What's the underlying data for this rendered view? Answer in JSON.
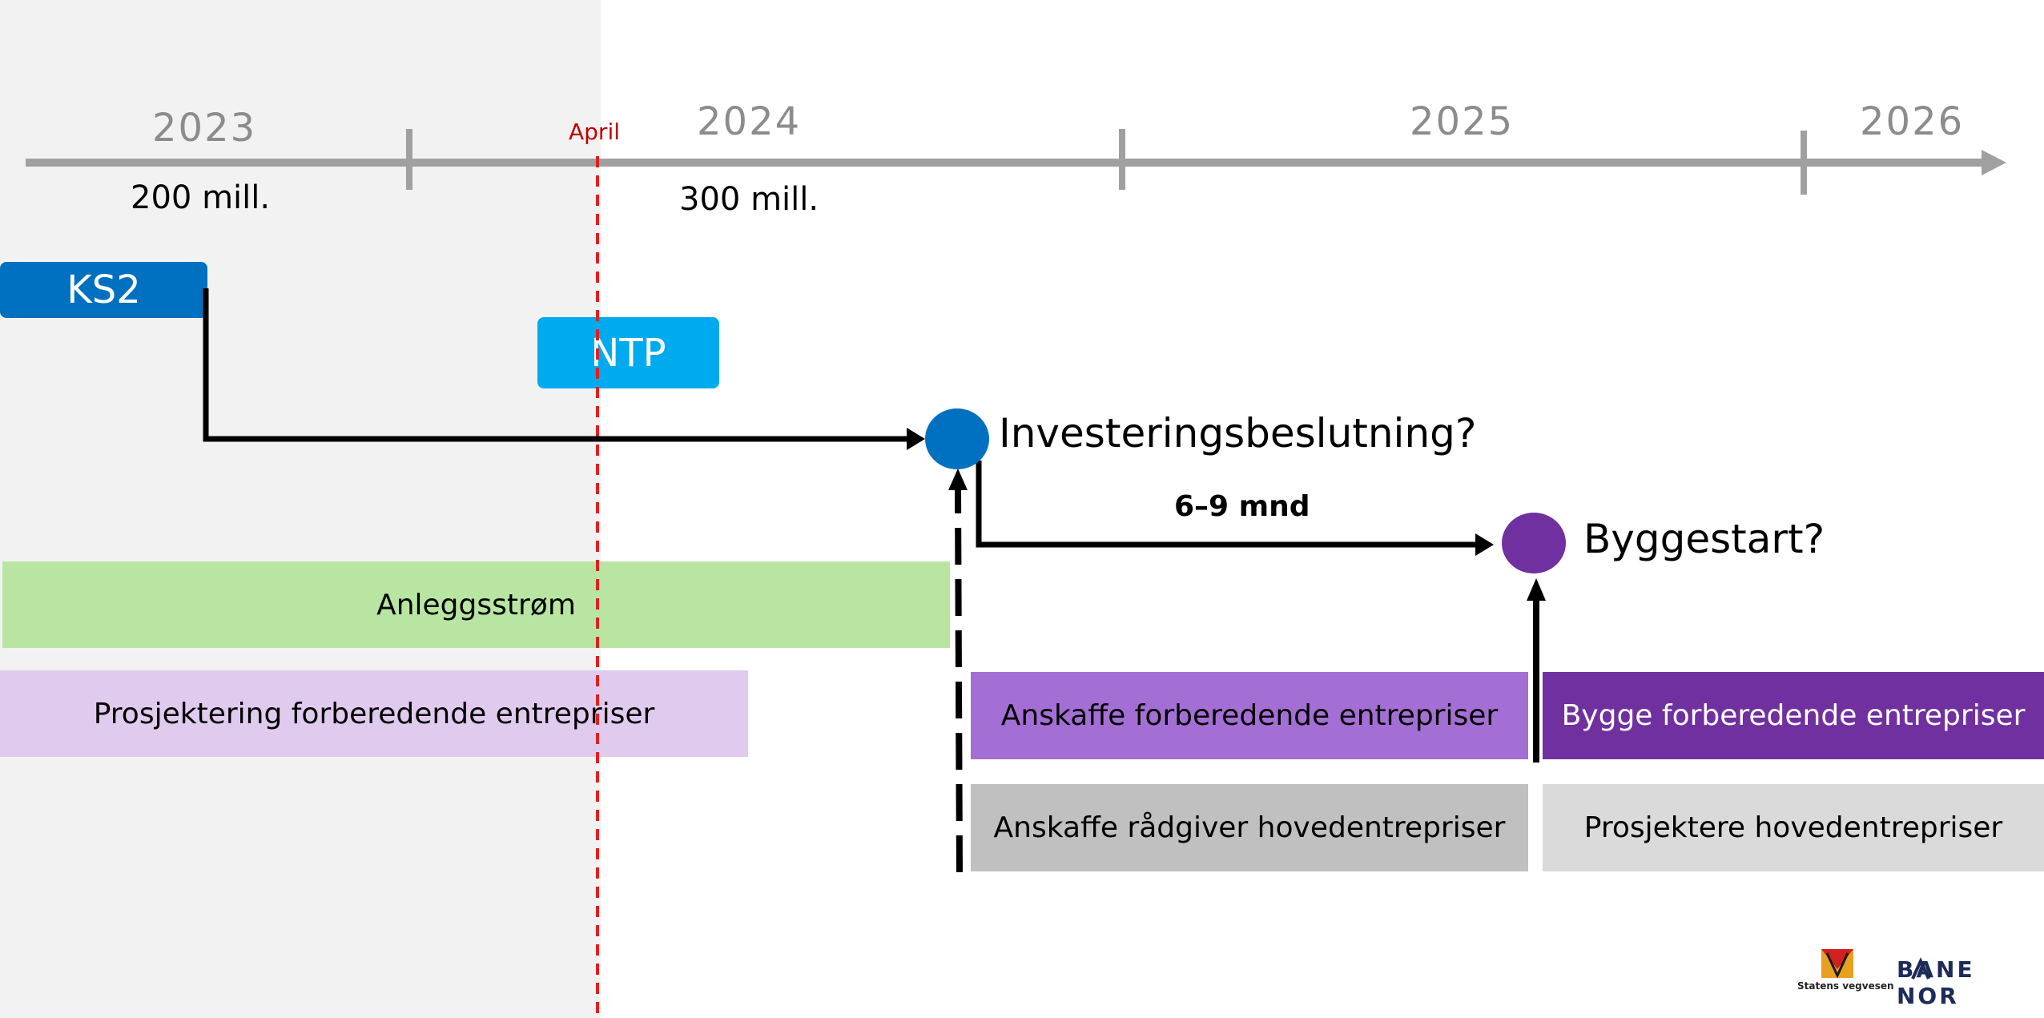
{
  "timeline": {
    "years": [
      "2023",
      "2024",
      "2025",
      "2026"
    ],
    "marker_label": "April",
    "amounts": [
      "200 mill.",
      "300 mill."
    ]
  },
  "tags": {
    "ks2": "KS2",
    "ntp": "NTP"
  },
  "milestones": {
    "investment": "Investeringsbeslutning?",
    "duration": "6–9 mnd",
    "build_start": "Byggestart?"
  },
  "bars": {
    "anleggsstrom": "Anleggsstrøm",
    "prosjektering_forb": "Prosjektering forberedende entrepriser",
    "anskaffe_forb": "Anskaffe forberedende entrepriser",
    "bygge_forb": "Bygge forberedende entrepriser",
    "anskaffe_radgiver": "Anskaffe rådgiver hovedentrepriser",
    "prosjektere_hoved": "Prosjektere hovedentrepriser"
  },
  "logos": {
    "svv_text": "Statens vegvesen",
    "banenor_text": "BANE NOR"
  },
  "colors": {
    "axis": "#a0a0a0",
    "marker": "#e02020",
    "ks2": "#0070c0",
    "ntp": "#00aaee",
    "milestone_blue": "#0070c0",
    "milestone_purple": "#7030a0",
    "green_bar": "#b8e6a2",
    "light_purple_bar": "#e0cbee",
    "mid_purple_bar": "#a46fd4",
    "dark_purple_bar": "#7030a0",
    "gray_bar": "#c0c0c0",
    "light_gray_bar": "#dadada"
  }
}
